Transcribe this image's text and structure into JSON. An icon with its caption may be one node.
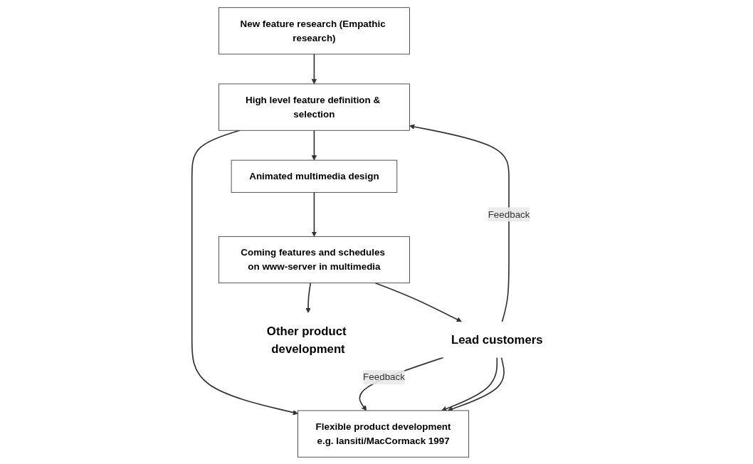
{
  "diagram": {
    "nodes": [
      {
        "text": [
          "New feature research (Empathic research)"
        ]
      },
      {
        "text": [
          "High level feature definition & selection"
        ]
      },
      {
        "text": [
          "Animated multimedia design"
        ]
      },
      {
        "text": [
          "Coming features and schedules on www-server in multimedia"
        ]
      },
      {
        "text": [
          "Flexible product development",
          "e.g. Iansiti/MacCormack 1997"
        ]
      },
      {
        "text": [
          "Lead customers"
        ]
      },
      {
        "text": [
          "Other product development"
        ]
      }
    ],
    "edges": [
      {
        "from": 0,
        "to": 1,
        "arrow": "to"
      },
      {
        "from": 5,
        "to": 1,
        "arrow": "to",
        "label": "Feedback"
      },
      {
        "from": 1,
        "to": 2,
        "arrow": "to"
      },
      {
        "from": 1,
        "to": 4,
        "arrow": "to"
      },
      {
        "from": 2,
        "to": 3,
        "arrow": "to"
      },
      {
        "from": 3,
        "to": 5,
        "arrow": "to"
      },
      {
        "from": 3,
        "to": 6,
        "arrow": "to"
      },
      {
        "from": 5,
        "to": 4,
        "arrow": "to",
        "label": "Feedback"
      },
      {
        "from": 5,
        "to": 4,
        "arrow": "to"
      },
      {
        "from": 5,
        "to": 4,
        "arrow": "to"
      }
    ]
  }
}
